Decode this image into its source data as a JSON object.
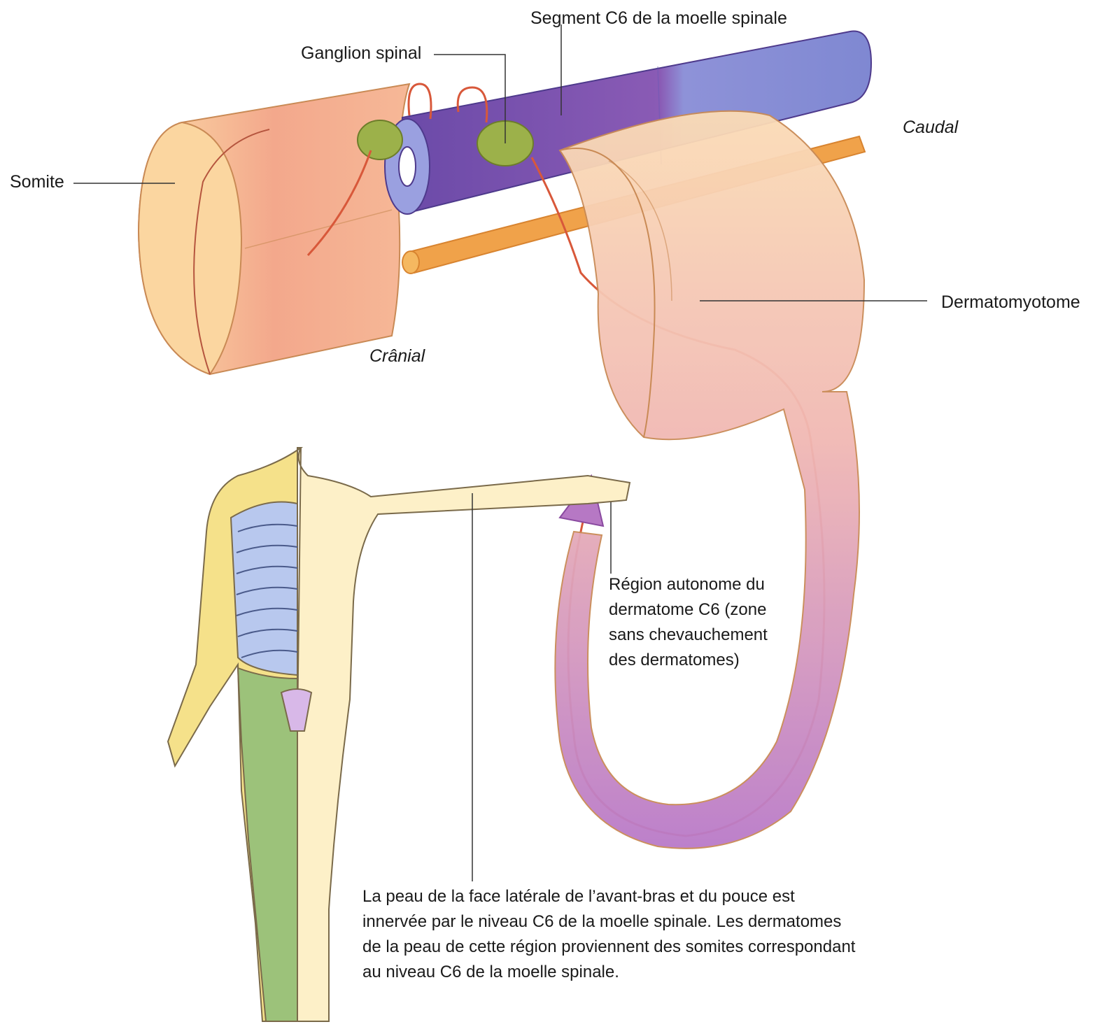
{
  "labels": {
    "segment": "Segment C6 de la moelle spinale",
    "ganglion": "Ganglion spinal",
    "somite": "Somite",
    "caudal": "Caudal",
    "cranial": "Crânial",
    "dermatomyotome": "Dermatomyotome",
    "autonomous_region": [
      "Région autonome du",
      "dermatome C6 (zone",
      "sans chevauchement",
      "des dermatomes)"
    ],
    "caption": [
      "La peau de la face latérale de l’avant-bras et du pouce est",
      "innervée par le niveau C6 de la moelle spinale. Les dermatomes",
      "de la peau de cette région proviennent des somites correspondant",
      "au niveau C6 de la moelle spinale."
    ]
  },
  "colors": {
    "spinal_cord": "#8a5bb5",
    "spinal_cord_caudal": "#8a93d6",
    "ganglion": "#9cb14a",
    "somite": "#f6c590",
    "notochord": "#f0a24a",
    "nerve": "#d8583a",
    "body_skin": "#fdf0c8",
    "dermatome_blue": "#b8c8ee",
    "dermatome_green": "#9cc27a",
    "dermatome_yellow": "#f5e18a",
    "arrow": "#b678c4"
  }
}
